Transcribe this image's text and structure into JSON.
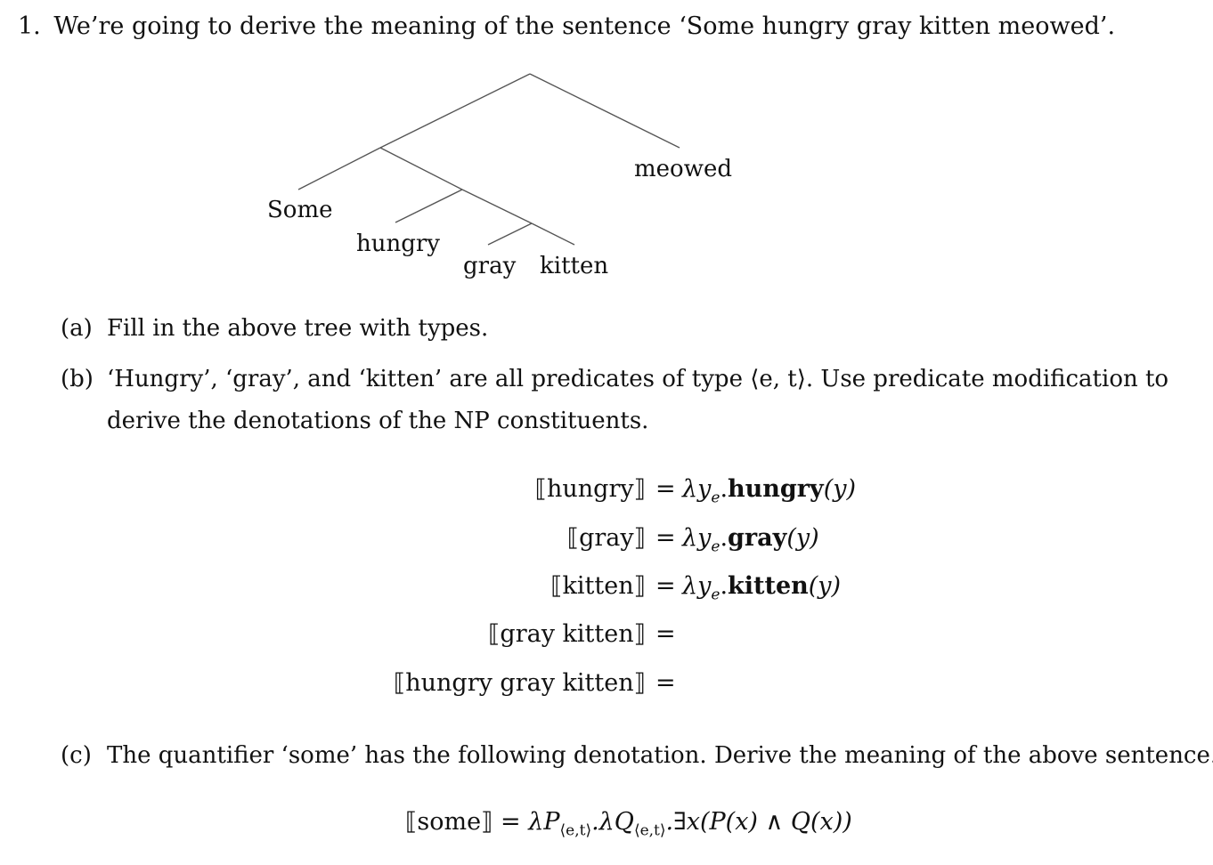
{
  "question": {
    "number": "1.",
    "text": "We’re going to derive the meaning of the sentence ‘Some hungry gray kitten meowed’."
  },
  "tree": {
    "leaves": [
      "Some",
      "hungry",
      "gray",
      "kitten",
      "meowed"
    ]
  },
  "parts": [
    {
      "label": "(a)",
      "text": "Fill in the above tree with types."
    },
    {
      "label": "(b)",
      "line1": "‘Hungry’, ‘gray’, and ‘kitten’ are all predicates of type ⟨e, t⟩. Use predicate modification to",
      "line2": "derive the denotations of the NP constituents."
    },
    {
      "label": "(c)",
      "text": "The quantifier ‘some’ has the following denotation. Derive the meaning of the above sentence."
    }
  ],
  "equations": [
    {
      "lhs": "⟦hungry⟧",
      "eq": "=",
      "lambda": "λy",
      "sub": "e",
      "dot": ".",
      "pred": "hungry",
      "arg": "(y)"
    },
    {
      "lhs": "⟦gray⟧",
      "eq": "=",
      "lambda": "λy",
      "sub": "e",
      "dot": ".",
      "pred": "gray",
      "arg": "(y)"
    },
    {
      "lhs": "⟦kitten⟧",
      "eq": "=",
      "lambda": "λy",
      "sub": "e",
      "dot": ".",
      "pred": "kitten",
      "arg": "(y)"
    },
    {
      "lhs": "⟦gray kitten⟧",
      "eq": "="
    },
    {
      "lhs": "⟦hungry gray kitten⟧",
      "eq": "="
    }
  ],
  "some_denotation": {
    "lhs": "⟦some⟧",
    "eq": "=",
    "p1": "λP",
    "sub1": "⟨e,t⟩",
    "p2": ".λQ",
    "sub2": "⟨e,t⟩",
    "p3": ".∃x(P(x) ∧ Q(x))"
  }
}
